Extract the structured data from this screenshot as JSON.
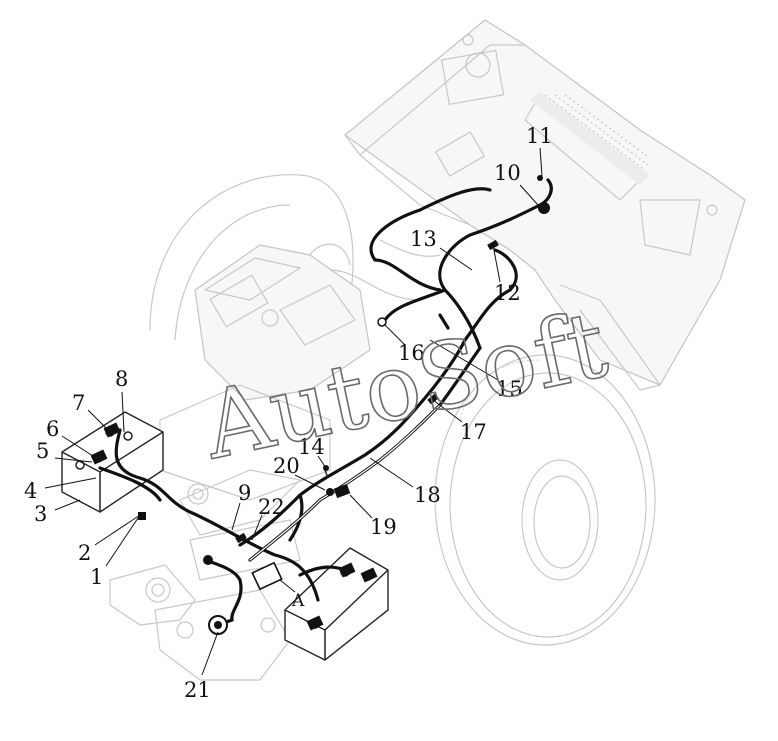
{
  "watermark": "AutoSoft",
  "callouts": [
    "1",
    "2",
    "3",
    "4",
    "5",
    "6",
    "7",
    "8",
    "9",
    "10",
    "11",
    "12",
    "13",
    "14",
    "15",
    "16",
    "17",
    "18",
    "19",
    "20",
    "21",
    "22"
  ],
  "view_mark": "A"
}
